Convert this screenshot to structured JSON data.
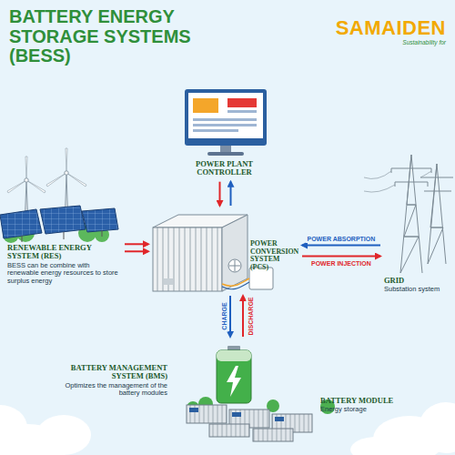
{
  "diagram": {
    "title": "BATTERY ENERGY STORAGE SYSTEMS (BESS)",
    "nodes": [
      {
        "text": [
          "POWER PLANT CONTROLLER"
        ]
      },
      {
        "text": [
          "POWER CONVERSION SYSTEM (PCS)"
        ]
      },
      {
        "text": [
          "RENEWABLE ENERGY SYSTEM (RES)",
          "BESS can be combine with renewable energy resources to store surplus energy"
        ]
      },
      {
        "text": [
          "GRID",
          "Substation system"
        ]
      },
      {
        "text": [
          "BATTERY MANAGEMENT SYSTEM (BMS)",
          "Optimizes the management of the battery modules"
        ]
      },
      {
        "text": [
          "BATTERY MODULE",
          "Energy storage"
        ]
      }
    ],
    "edges": [
      {
        "from": 0,
        "to": 1,
        "arrow": "to"
      },
      {
        "from": 1,
        "to": 0,
        "arrow": "to"
      },
      {
        "from": 2,
        "to": 1,
        "arrow": "to"
      },
      {
        "from": 3,
        "to": 1,
        "label": "POWER ABSORPTION",
        "arrow": "to"
      },
      {
        "from": 1,
        "to": 3,
        "label": "POWER INJECTION",
        "arrow": "to"
      },
      {
        "from": 1,
        "to": 5,
        "label": "CHARGE",
        "arrow": "to"
      },
      {
        "from": 5,
        "to": 1,
        "label": "DISCHARGE",
        "arrow": "to"
      }
    ],
    "labels": [
      "SAMAIDEN",
      "Sustainability for"
    ]
  }
}
